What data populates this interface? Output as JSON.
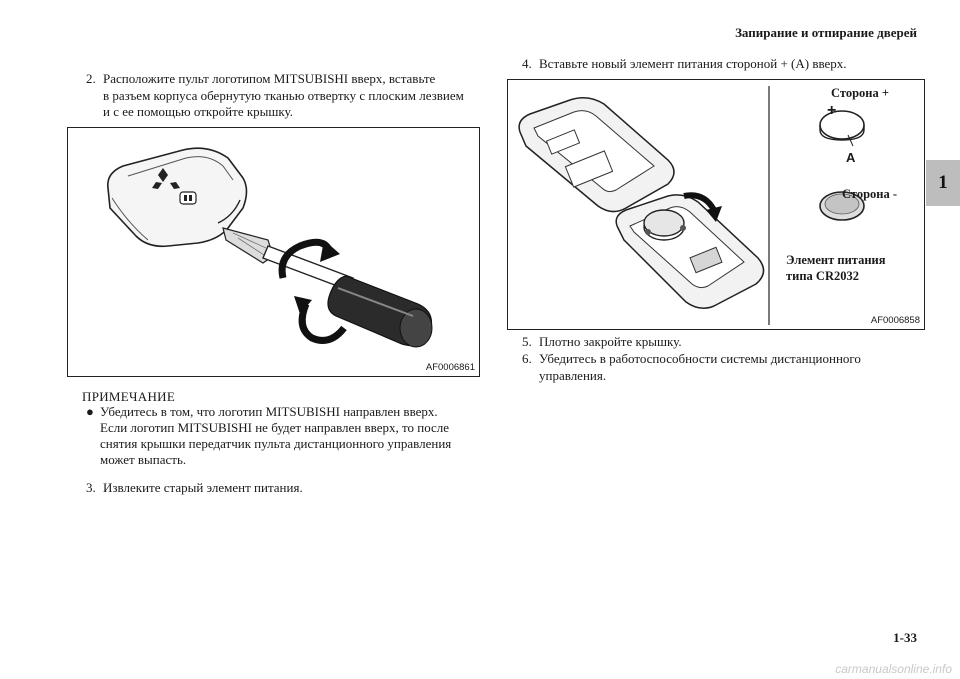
{
  "header": {
    "title": "Запирание и отпирание дверей"
  },
  "chapter_tab": "1",
  "page_number": "1-33",
  "watermark": "carmanualsonline.info",
  "left": {
    "step2": {
      "num": "2.",
      "line1": "Расположите пульт логотипом MITSUBISHI вверх, вставьте",
      "line2": "в разъем корпуса обернутую тканью отвертку с плоским лезвием",
      "line3": "и с ее помощью откройте крышку."
    },
    "figure1": {
      "code": "AF0006861"
    },
    "note": {
      "title": "ПРИМЕЧАНИЕ",
      "bullet": "●",
      "line1": "Убедитесь в том, что логотип MITSUBISHI направлен вверх.",
      "line2": "Если логотип MITSUBISHI не будет направлен вверх, то после",
      "line3": "снятия крышки передатчик пульта дистанционного управления",
      "line4": "может выпасть."
    },
    "step3": {
      "num": "3.",
      "text": "Извлеките старый элемент питания."
    }
  },
  "right": {
    "step4": {
      "num": "4.",
      "text": "Вставьте новый элемент питания стороной + (A) вверх."
    },
    "figure2": {
      "code": "AF0006858",
      "side_plus": "Сторона +",
      "plus_sign": "+",
      "label_a": "A",
      "side_minus": "Сторона -",
      "battery_line1": "Элемент питания",
      "battery_line2": "типа CR2032"
    },
    "step5": {
      "num": "5.",
      "text": "Плотно закройте крышку."
    },
    "step6": {
      "num": "6.",
      "line1": "Убедитесь в работоспособности системы дистанционного",
      "line2": "управления."
    }
  }
}
